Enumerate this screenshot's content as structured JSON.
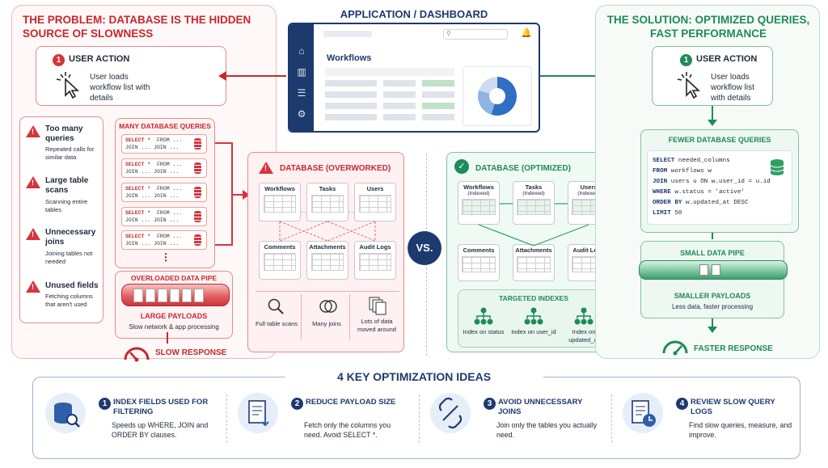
{
  "problem": {
    "title": "THE PROBLEM: DATABASE IS THE HIDDEN SOURCE OF SLOWNESS",
    "user_action": {
      "num": "1",
      "title": "USER ACTION",
      "text": "User loads workflow list with details"
    },
    "issues": [
      {
        "title": "Too many queries",
        "desc": "Repeated calls for similar data"
      },
      {
        "title": "Large table scans",
        "desc": "Scanning entire tables"
      },
      {
        "title": "Unnecessary joins",
        "desc": "Joining tables not needed"
      },
      {
        "title": "Unused fields",
        "desc": "Fetching columns that aren't used"
      }
    ],
    "many_queries_title": "MANY DATABASE QUERIES",
    "query_lines": {
      "select": "SELECT",
      "star": "*",
      "from": "FROM ...",
      "join": "JOIN ... JOIN ..."
    },
    "ellipsis": "⋮",
    "pipe_title": "OVERLOADED DATA PIPE",
    "payload_title": "LARGE PAYLOADS",
    "payload_desc": "Slow network & app processing",
    "response": "SLOW RESPONSE"
  },
  "app": {
    "title": "APPLICATION / DASHBOARD",
    "page_title": "Workflows"
  },
  "db_bad": {
    "title": "DATABASE (OVERWORKED)",
    "tables": [
      "Workflows",
      "Tasks",
      "Users",
      "Comments",
      "Attachments",
      "Audit Logs"
    ],
    "effects": [
      "Full table scans",
      "Many joins",
      "Lots of data moved around"
    ]
  },
  "vs": "VS.",
  "db_good": {
    "title": "DATABASE (OPTIMIZED)",
    "tables": [
      {
        "name": "Workflows",
        "sub": "(Indexed)"
      },
      {
        "name": "Tasks",
        "sub": "(Indexed)"
      },
      {
        "name": "Users",
        "sub": "(Indexed)"
      },
      {
        "name": "Comments",
        "sub": ""
      },
      {
        "name": "Attachments",
        "sub": ""
      },
      {
        "name": "Audit Logs",
        "sub": ""
      }
    ],
    "indexes_title": "TARGETED INDEXES",
    "indexes": [
      "Index on status",
      "Index on user_id",
      "Index on updated_at"
    ]
  },
  "solution": {
    "title": "THE SOLUTION: OPTIMIZED QUERIES, FAST PERFORMANCE",
    "user_action": {
      "num": "1",
      "title": "USER ACTION",
      "text": "User loads workflow list with details"
    },
    "fewer_title": "FEWER DATABASE QUERIES",
    "sql": [
      {
        "kw": "SELECT",
        "rest": " needed_columns"
      },
      {
        "kw": "FROM",
        "rest": " workflows w"
      },
      {
        "kw": "JOIN",
        "rest": " users u ON w.user_id = u.id"
      },
      {
        "kw": "WHERE",
        "rest": " w.status = 'active'"
      },
      {
        "kw": "ORDER BY",
        "rest": " w.updated_at DESC"
      },
      {
        "kw": "LIMIT",
        "rest": " 50"
      }
    ],
    "pipe_title": "SMALL DATA PIPE",
    "payload_title": "SMALLER PAYLOADS",
    "payload_desc": "Less data, faster processing",
    "response": "FASTER RESPONSE"
  },
  "ideas": {
    "title": "4 KEY OPTIMIZATION IDEAS",
    "items": [
      {
        "num": "1",
        "title": "INDEX FIELDS USED FOR FILTERING",
        "desc": "Speeds up WHERE, JOIN and ORDER BY clauses."
      },
      {
        "num": "2",
        "title": "REDUCE PAYLOAD SIZE",
        "desc": "Fetch only the columns you need. Avoid SELECT *."
      },
      {
        "num": "3",
        "title": "AVOID UNNECESSARY JOINS",
        "desc": "Join only the tables you actually need."
      },
      {
        "num": "4",
        "title": "REVIEW SLOW QUERY LOGS",
        "desc": "Find slow queries, measure, and improve."
      }
    ]
  },
  "colors": {
    "red": "#c8272e",
    "green": "#1f8a5a",
    "navy": "#1d3a6e"
  }
}
